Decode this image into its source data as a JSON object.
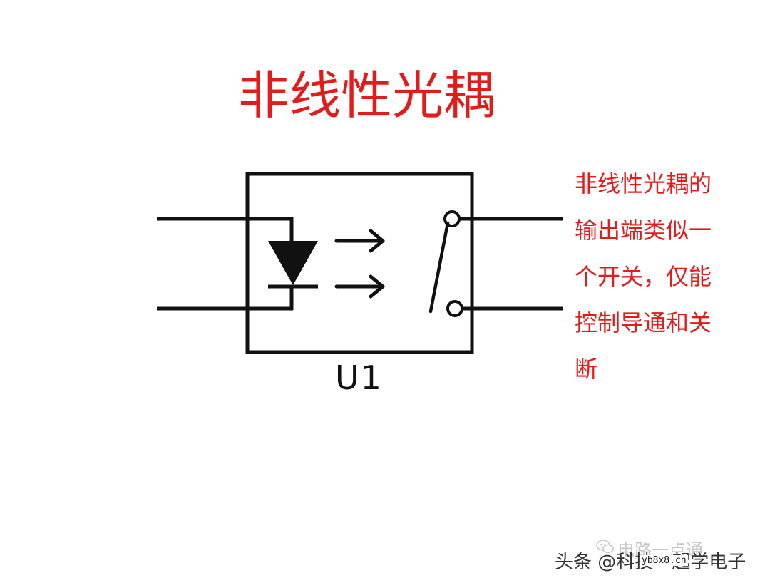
{
  "title": "非线性光耦",
  "description_lines": [
    "非线性光耦的",
    "输出端类似一",
    "个开关，仅能",
    "控制导通和关",
    "断"
  ],
  "component_label": "U1",
  "watermark": {
    "top_text": "电路一点通",
    "bottom_text": "头条 @科技一起学电子",
    "site_text": "yb8x8.cn",
    "icon": "wechat-icon"
  },
  "colors": {
    "title": "#e21b1b",
    "description": "#e21b1b",
    "line": "#111111",
    "background": "#ffffff"
  }
}
